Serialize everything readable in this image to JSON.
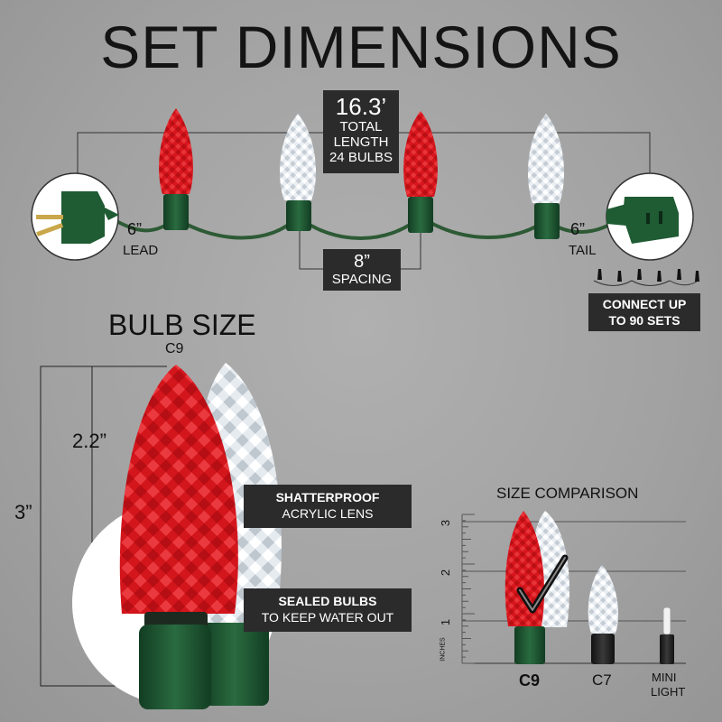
{
  "title": "SET DIMENSIONS",
  "total": {
    "length": "16.3’",
    "line1": "TOTAL",
    "line2": "LENGTH",
    "line3": "24 BULBS"
  },
  "lead": {
    "value": "6”",
    "label": "LEAD"
  },
  "tail": {
    "value": "6”",
    "label": "TAIL"
  },
  "spacing": {
    "value": "8”",
    "label": "SPACING"
  },
  "connect": {
    "line1": "CONNECT UP",
    "line2": "TO 90 SETS"
  },
  "bulb_size": {
    "title": "BULB SIZE",
    "type": "C9",
    "height_glass": "2.2”",
    "height_total": "3”"
  },
  "features": [
    {
      "title": "SHATTERPROOF",
      "subtitle": "ACRYLIC LENS"
    },
    {
      "title": "SEALED BULBS",
      "subtitle": "TO KEEP WATER OUT"
    }
  ],
  "size_comparison": {
    "title": "SIZE COMPARISON",
    "ruler_ticks": [
      "1",
      "2",
      "3"
    ],
    "ruler_unit": "INCHES",
    "bulbs": [
      {
        "label": "C9",
        "selected": true
      },
      {
        "label": "C7",
        "selected": false
      },
      {
        "label": "MINI",
        "label2": "LIGHT",
        "selected": false
      }
    ]
  },
  "colors": {
    "red": "#d7161d",
    "white": "#eef3f7",
    "socket": "#1f5b33",
    "wire": "#2d5a35",
    "box": "#2b2b2b",
    "background": "#a6a6a6"
  },
  "icons": {
    "plug": "male-plug-icon",
    "receptacle": "female-plug-icon",
    "check": "check-mark-icon"
  }
}
